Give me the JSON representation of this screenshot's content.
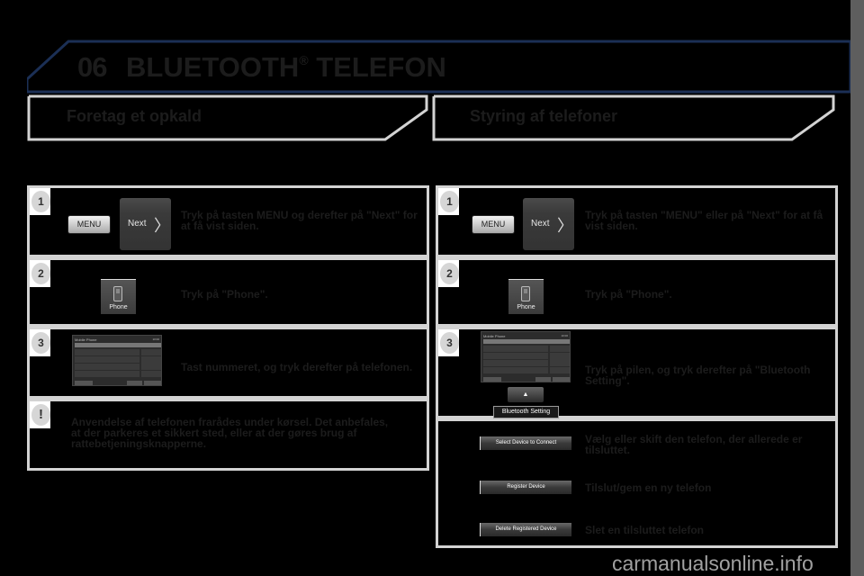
{
  "chapter": {
    "number": "06",
    "title": "BLUETOOTH",
    "title_sup": "®",
    "title_suffix": " TELEFON"
  },
  "left_section": {
    "title": "Foretag et opkald",
    "steps": [
      {
        "badge": "1",
        "menu_button": "MENU",
        "next_button": "Next",
        "next_chevron": "〉",
        "text": "Tryk på tasten MENU og derefter på \"Next\" for at få vist siden."
      },
      {
        "badge": "2",
        "phone_tile": "Phone",
        "text": "Tryk på \"Phone\"."
      },
      {
        "badge": "3",
        "keypad": {
          "title": "Mobile Phone",
          "time": "10:00",
          "keys": [
            "1",
            "2",
            "3",
            "Clear",
            "4",
            "5",
            "6",
            "7",
            "8",
            "9",
            "*",
            "0",
            "#"
          ],
          "buttons": [
            "Redial",
            "Back"
          ]
        },
        "text": "Tast nummeret, og tryk derefter på telefonen."
      },
      {
        "badge": "!",
        "text": "Anvendelse af telefonen frarådes under kørsel. Det anbefales, at der parkeres et sikkert sted, eller at der gøres brug af rattebetjeningsknapperne."
      }
    ]
  },
  "right_section": {
    "title": "Styring af telefoner",
    "steps": [
      {
        "badge": "1",
        "menu_button": "MENU",
        "next_button": "Next",
        "next_chevron": "〉",
        "text": "Tryk på tasten \"MENU\" eller på \"Next\" for at få vist siden."
      },
      {
        "badge": "2",
        "phone_tile": "Phone",
        "text": "Tryk på \"Phone\"."
      },
      {
        "badge": "3",
        "keypad": {
          "title": "Mobile Phone",
          "time": "10:00"
        },
        "eject_button": "▲",
        "bt_setting_button": "Bluetooth Setting",
        "text": "Tryk på pilen, og tryk derefter på \"Bluetooth Setting\"."
      },
      {
        "options": [
          {
            "button": "Select Device to  Connect",
            "text": "Vælg eller skift den telefon, der allerede er tilsluttet."
          },
          {
            "button": "Register Device",
            "text": "Tilslut/gem en ny telefon"
          },
          {
            "button": "Delete Registered Device",
            "text": "Slet en tilsluttet telefon"
          }
        ]
      }
    ]
  },
  "watermark": "carmanualsonline.info",
  "colors": {
    "background": "#000000",
    "header_border": "#1b2f55",
    "box_border": "#d3d3d3",
    "text": "#1c1c1c",
    "side_band": "#5e5e5e"
  }
}
